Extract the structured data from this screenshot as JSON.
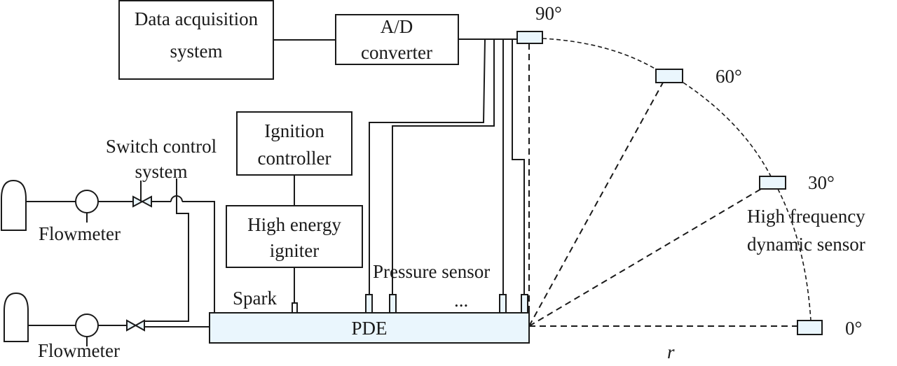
{
  "title": "PDE experimental setup schematic",
  "colors": {
    "line": "#1a1a1a",
    "component_fill": "#eaf6fd",
    "background": "#ffffff"
  },
  "blocks": {
    "data_acquisition": [
      "Data acquisition",
      "system"
    ],
    "ad_converter": [
      "A/D",
      "converter"
    ],
    "ignition_controller": [
      "Ignition",
      "controller"
    ],
    "igniter": [
      "High energy",
      "igniter"
    ],
    "pde": "PDE"
  },
  "labels": {
    "switch_control": [
      "Switch control",
      "system"
    ],
    "flowmeter_top": "Flowmeter",
    "flowmeter_bottom": "Flowmeter",
    "spark": "Spark",
    "pressure_sensor": "Pressure sensor",
    "ellipsis": "...",
    "hf_sensor": [
      "High frequency",
      "dynamic sensor"
    ],
    "radius": "r"
  },
  "angles": [
    {
      "id": "a90",
      "label": "90°",
      "deg": 90
    },
    {
      "id": "a60",
      "label": "60°",
      "deg": 60
    },
    {
      "id": "a30",
      "label": "30°",
      "deg": 30
    },
    {
      "id": "a0",
      "label": "0°",
      "deg": 0
    }
  ]
}
